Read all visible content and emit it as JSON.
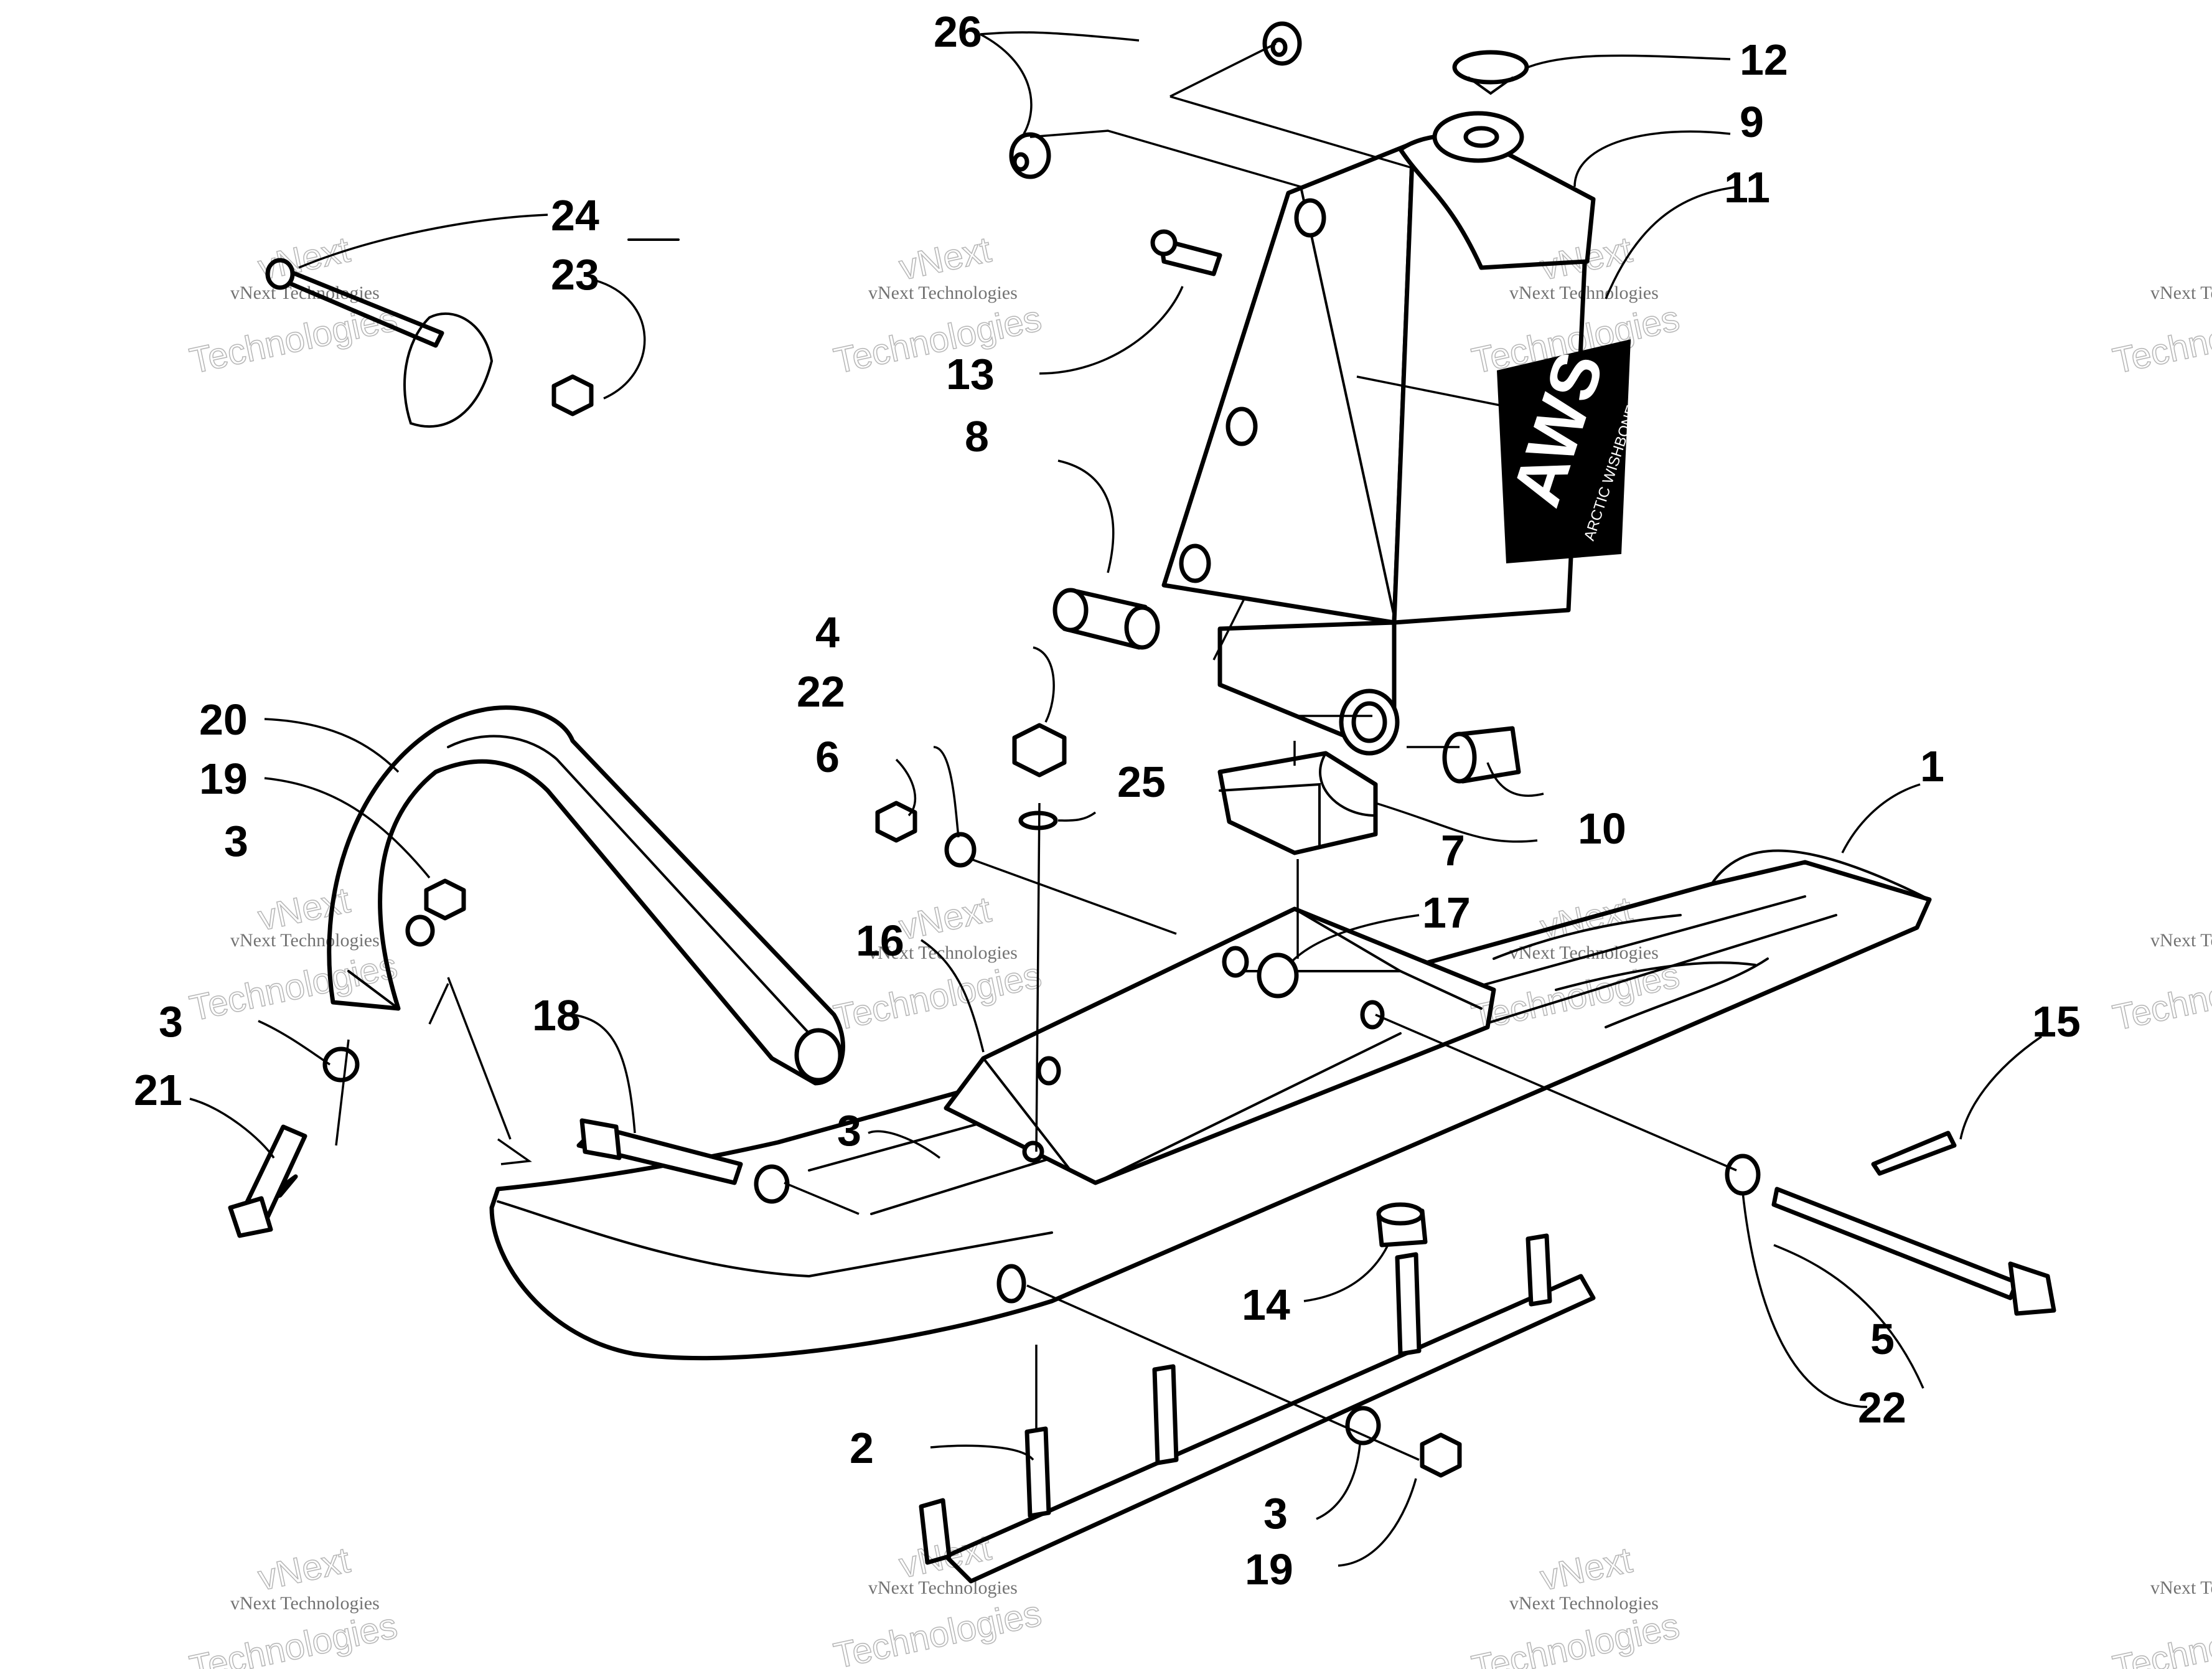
{
  "callouts": [
    {
      "id": "c1",
      "label": "1"
    },
    {
      "id": "c2",
      "label": "2"
    },
    {
      "id": "c3a",
      "label": "3"
    },
    {
      "id": "c3b",
      "label": "3"
    },
    {
      "id": "c3c",
      "label": "3"
    },
    {
      "id": "c3d",
      "label": "3"
    },
    {
      "id": "c4",
      "label": "4"
    },
    {
      "id": "c5",
      "label": "5"
    },
    {
      "id": "c6",
      "label": "6"
    },
    {
      "id": "c7",
      "label": "7"
    },
    {
      "id": "c8",
      "label": "8"
    },
    {
      "id": "c9",
      "label": "9"
    },
    {
      "id": "c10",
      "label": "10"
    },
    {
      "id": "c11",
      "label": "11"
    },
    {
      "id": "c12",
      "label": "12"
    },
    {
      "id": "c13",
      "label": "13"
    },
    {
      "id": "c14",
      "label": "14"
    },
    {
      "id": "c15",
      "label": "15"
    },
    {
      "id": "c16",
      "label": "16"
    },
    {
      "id": "c17",
      "label": "17"
    },
    {
      "id": "c18",
      "label": "18"
    },
    {
      "id": "c19a",
      "label": "19"
    },
    {
      "id": "c19b",
      "label": "19"
    },
    {
      "id": "c20",
      "label": "20"
    },
    {
      "id": "c21",
      "label": "21"
    },
    {
      "id": "c22a",
      "label": "22"
    },
    {
      "id": "c22b",
      "label": "22"
    },
    {
      "id": "c23",
      "label": "23"
    },
    {
      "id": "c24",
      "label": "24"
    },
    {
      "id": "c25",
      "label": "25"
    },
    {
      "id": "c26",
      "label": "26"
    }
  ],
  "decal": {
    "brand": "AWS",
    "subtitle": "ARCTIC WISHBONE SUSPENSION"
  },
  "watermark": {
    "line1": "vNext",
    "line2": "Technologies",
    "full": "vNext Technologies"
  }
}
